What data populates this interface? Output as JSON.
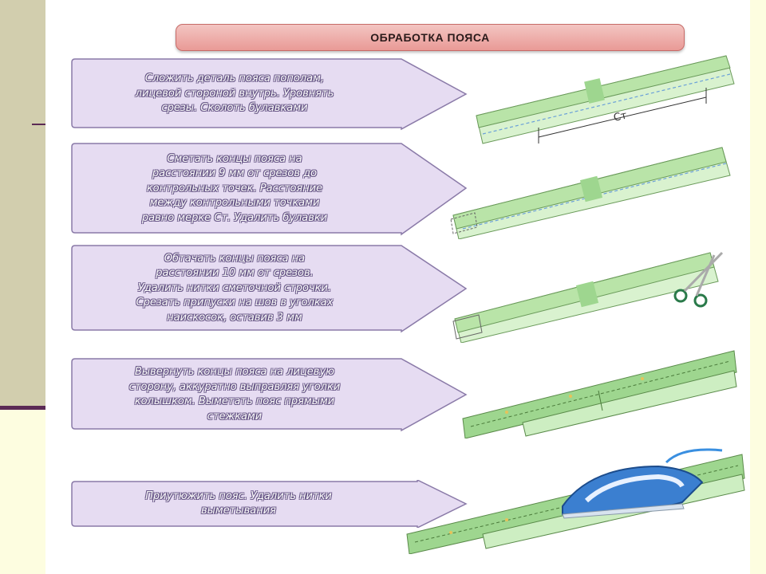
{
  "title": "ОБРАБОТКА ПОЯСА",
  "steps": [
    {
      "lines": [
        "Сложить деталь пояса пополам,",
        "лицевой стороной внутрь. Уровнять",
        "срезы. Сколоть булавками"
      ]
    },
    {
      "lines": [
        "Сметать концы пояса на",
        "расстоянии 9 мм от срезов до",
        "контрольных точек. Расстояние",
        "между контрольными точками",
        "равно мерке Ст. Удалить булавки"
      ]
    },
    {
      "lines": [
        "Обтачать концы пояса на",
        "расстоянии 10 мм от срезов.",
        "Удалить нитки сметочной строчки.",
        "Срезать припуски на шов в уголках",
        "наискосок, оставив 3 мм"
      ]
    },
    {
      "lines": [
        "Вывернуть концы пояса на лицевую",
        "сторону, аккуратно выправляя уголки",
        "колышком. Выметать пояс прямыми",
        "стежками"
      ]
    },
    {
      "lines": [
        "Приутюжить пояс. Удалить нитки",
        "выметывания"
      ]
    }
  ],
  "measure_label": "Ст",
  "colors": {
    "arrow_fill": "#e6dcf2",
    "arrow_stroke": "#7b6a9c",
    "title_fill": "#eca8a5",
    "fabric": "#9ed68f",
    "fabric_light": "#cdeec2"
  }
}
